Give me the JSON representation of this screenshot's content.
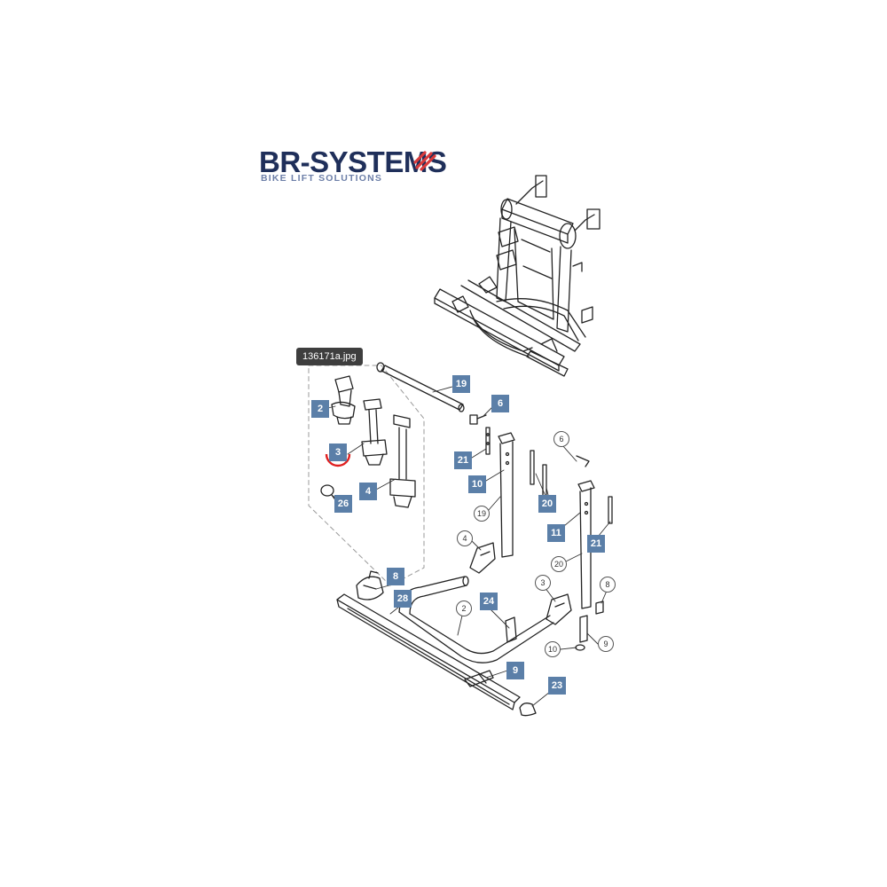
{
  "logo": {
    "brand": "BR-SYSTEMS",
    "tagline": "BIKE LIFT SOLUTIONS",
    "brand_color": "#1f2f5a",
    "accent_color": "#d93a3a"
  },
  "image_tab": {
    "filename": "136171a.jpg"
  },
  "callouts_square": [
    "2",
    "3",
    "4",
    "26",
    "8",
    "28",
    "19",
    "6",
    "21",
    "10",
    "20",
    "11",
    "21",
    "24",
    "9",
    "23"
  ],
  "callouts_circle": [
    "6",
    "19",
    "4",
    "20",
    "3",
    "8",
    "2",
    "9",
    "10"
  ],
  "highlight_color": "#e02020"
}
